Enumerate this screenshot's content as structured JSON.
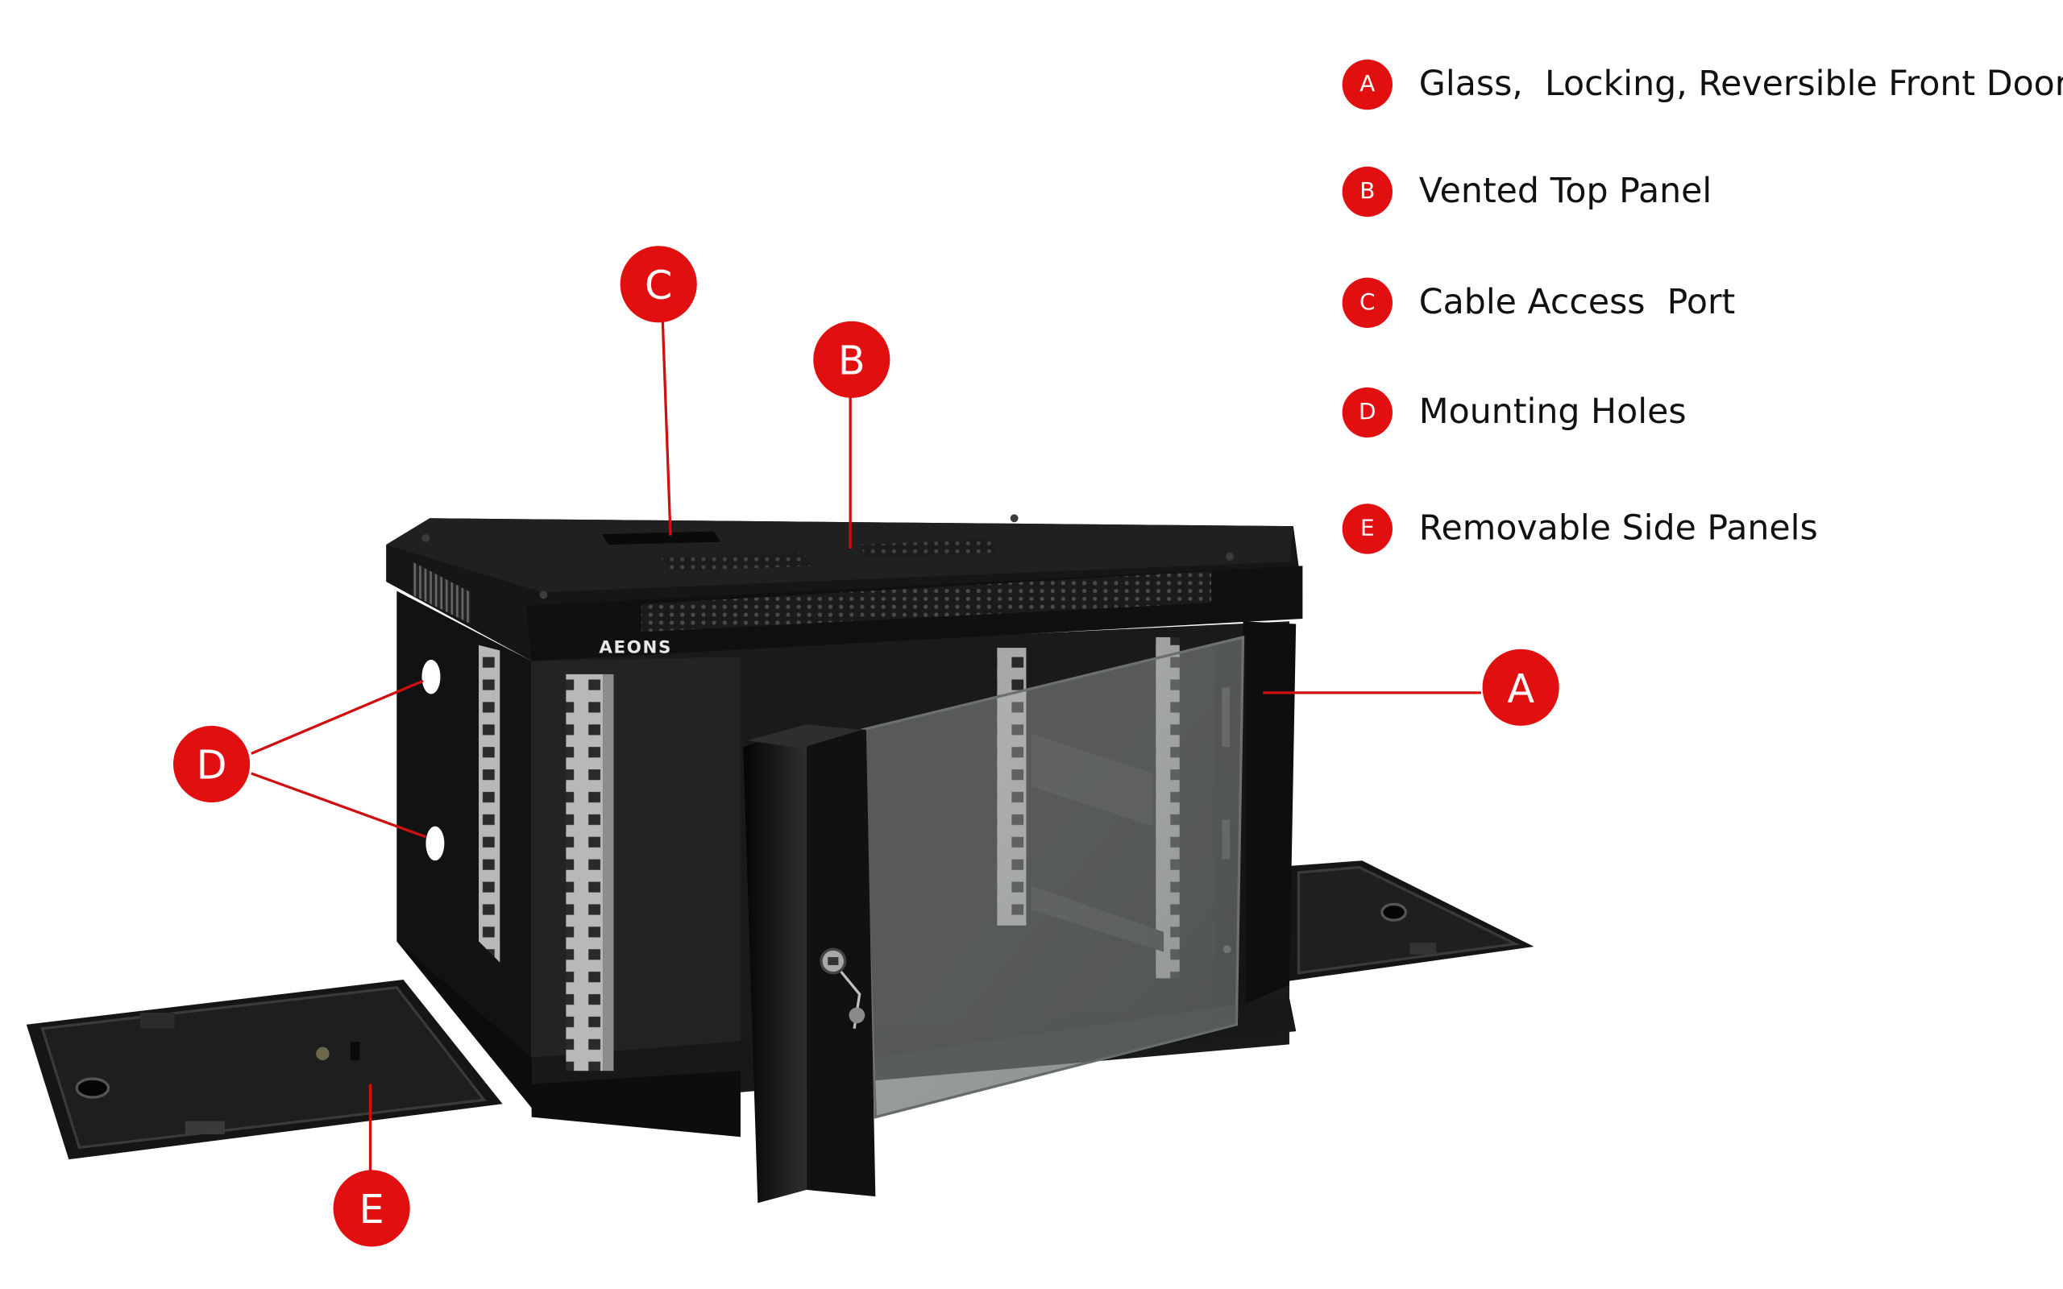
{
  "colors": {
    "badge": "#e10f0f",
    "leader_line": "#d01010",
    "cabinet": "#141414",
    "glass": "#9aa0a0"
  },
  "brand": "AEONS",
  "legend": [
    {
      "letter": "A",
      "text": "Glass,  Locking, Reversible Front Door"
    },
    {
      "letter": "B",
      "text": "Vented Top Panel"
    },
    {
      "letter": "C",
      "text": "Cable Access  Port"
    },
    {
      "letter": "D",
      "text": "Mounting Holes"
    },
    {
      "letter": "E",
      "text": "Removable Side Panels"
    }
  ],
  "callouts": {
    "a": "A",
    "b": "B",
    "c": "C",
    "d": "D",
    "e": "E"
  }
}
